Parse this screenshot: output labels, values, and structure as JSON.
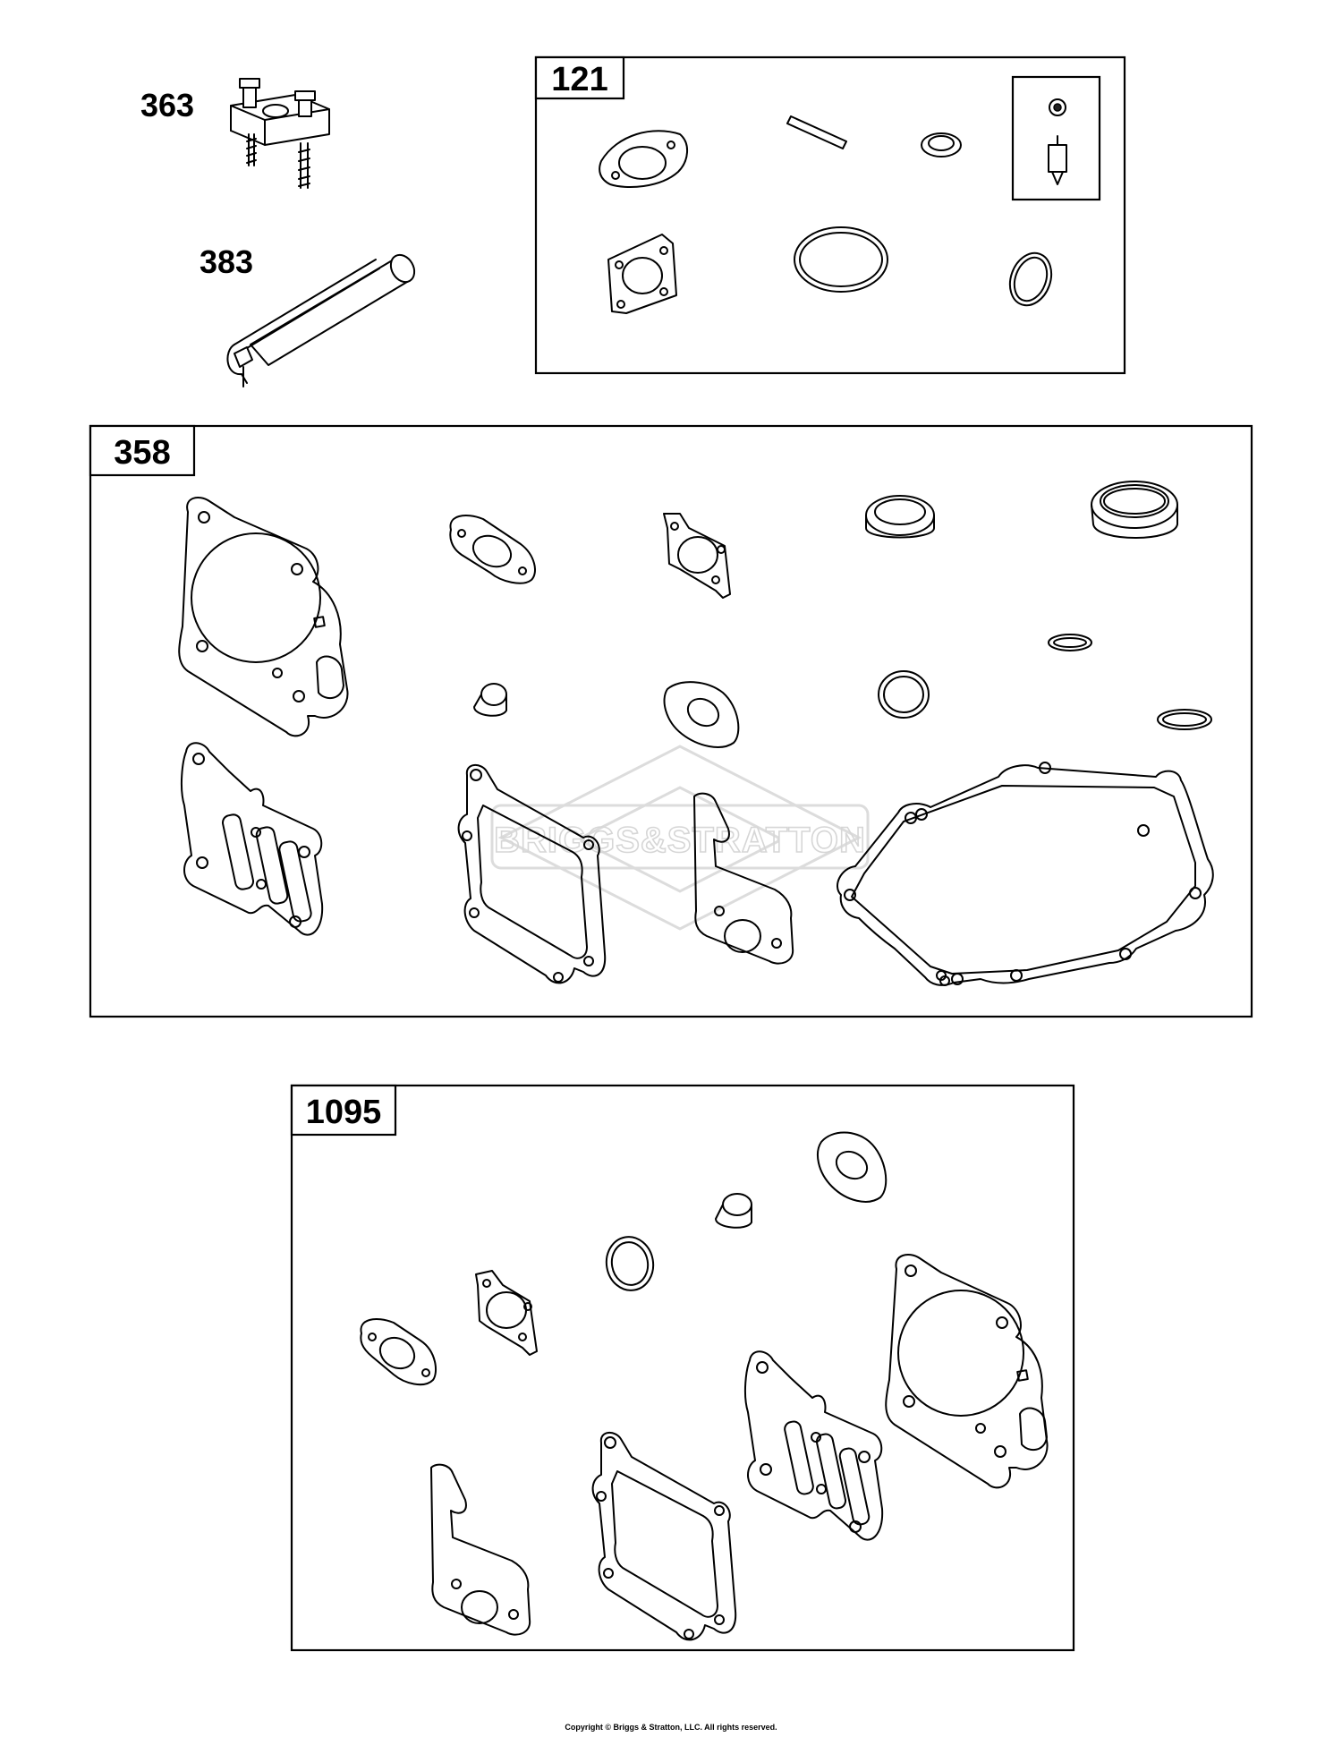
{
  "labels": {
    "part_363": "363",
    "part_383": "383",
    "kit_121": "121",
    "kit_358": "358",
    "kit_1095": "1095"
  },
  "watermark": "BRIGGS&STRATTON",
  "copyright": "Copyright © Briggs & Stratton, LLC. All rights reserved."
}
